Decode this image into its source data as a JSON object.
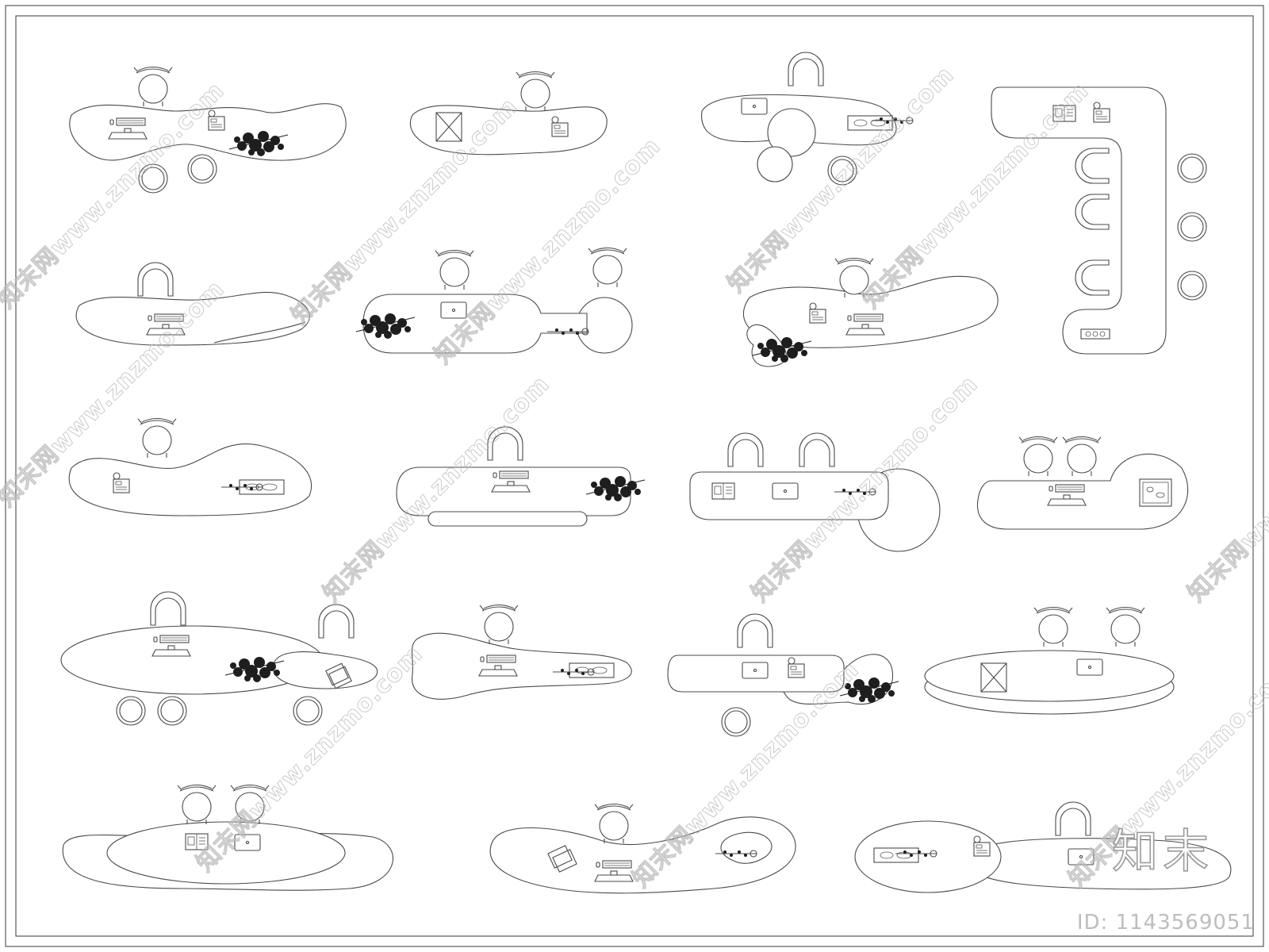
{
  "drawing": {
    "subject": "office-desk-plan-layouts",
    "tables": [
      {
        "id": "t01",
        "row": 1,
        "col": 1
      },
      {
        "id": "t02",
        "row": 1,
        "col": 2
      },
      {
        "id": "t03",
        "row": 1,
        "col": 3
      },
      {
        "id": "t04",
        "row": 1,
        "col": 4,
        "shape": "l-shaped"
      },
      {
        "id": "t05",
        "row": 2,
        "col": 1
      },
      {
        "id": "t06",
        "row": 2,
        "col": 2
      },
      {
        "id": "t07",
        "row": 2,
        "col": 3
      },
      {
        "id": "t08",
        "row": 3,
        "col": 1
      },
      {
        "id": "t09",
        "row": 3,
        "col": 2
      },
      {
        "id": "t10",
        "row": 3,
        "col": 3
      },
      {
        "id": "t11",
        "row": 3,
        "col": 4
      },
      {
        "id": "t12",
        "row": 4,
        "col": 1
      },
      {
        "id": "t13",
        "row": 4,
        "col": 2
      },
      {
        "id": "t14",
        "row": 4,
        "col": 3
      },
      {
        "id": "t15",
        "row": 4,
        "col": 4
      },
      {
        "id": "t16",
        "row": 5,
        "col": 1
      },
      {
        "id": "t17",
        "row": 5,
        "col": 2
      },
      {
        "id": "t18",
        "row": 5,
        "col": 3
      }
    ],
    "colors": {
      "line": "#4a4a4a",
      "plant": "#1e1e1e",
      "watermark": "#b9b9b9"
    }
  },
  "watermark": {
    "text": "知末网www.znzmo.com",
    "brand": "知末",
    "id_label": "ID: 1143569051"
  }
}
